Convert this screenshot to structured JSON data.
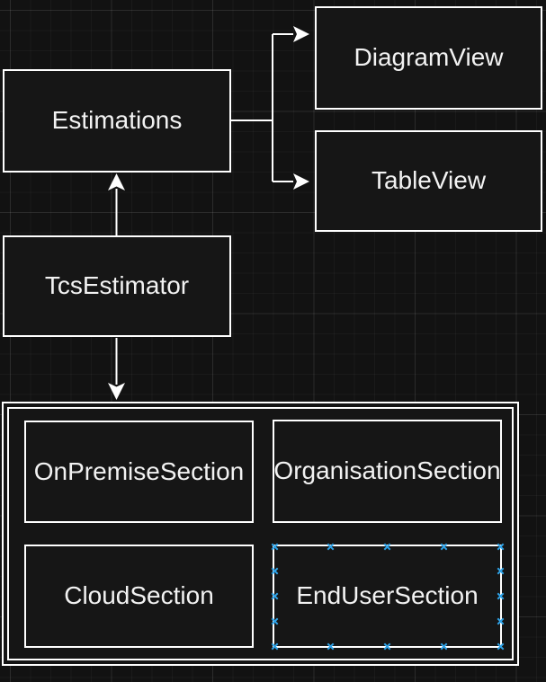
{
  "canvas": {
    "background": "#121212",
    "grid_minor_color": "#1b1b1b",
    "grid_major_color": "#232323"
  },
  "diagram": {
    "nodes": [
      {
        "id": "estimations",
        "label": "Estimations"
      },
      {
        "id": "diagram-view",
        "label": "DiagramView"
      },
      {
        "id": "table-view",
        "label": "TableView"
      },
      {
        "id": "tcs-estimator",
        "label": "TcsEstimator"
      },
      {
        "id": "sections-container",
        "label": ""
      },
      {
        "id": "on-premise-section",
        "label": "OnPremiseSection"
      },
      {
        "id": "organisation-section",
        "label": "OrganisationSection"
      },
      {
        "id": "cloud-section",
        "label": "CloudSection"
      },
      {
        "id": "end-user-section",
        "label": "EndUserSection",
        "state": "connection-points-visible"
      }
    ],
    "edges": [
      {
        "from": "Estimations",
        "to": "DiagramView",
        "style": "orthogonal",
        "arrow": "classic"
      },
      {
        "from": "Estimations",
        "to": "TableView",
        "style": "orthogonal",
        "arrow": "classic"
      },
      {
        "from": "TcsEstimator",
        "to": "Estimations",
        "style": "straight",
        "arrow": "classic"
      },
      {
        "from": "TcsEstimator",
        "to": "sections-container",
        "style": "straight",
        "arrow": "classic"
      }
    ],
    "colors": {
      "node_fill": "#161616",
      "node_border": "#ffffff",
      "edge_stroke": "#ffffff",
      "text": "#f2f2f2",
      "connection_point": "#2fa3e8"
    }
  }
}
